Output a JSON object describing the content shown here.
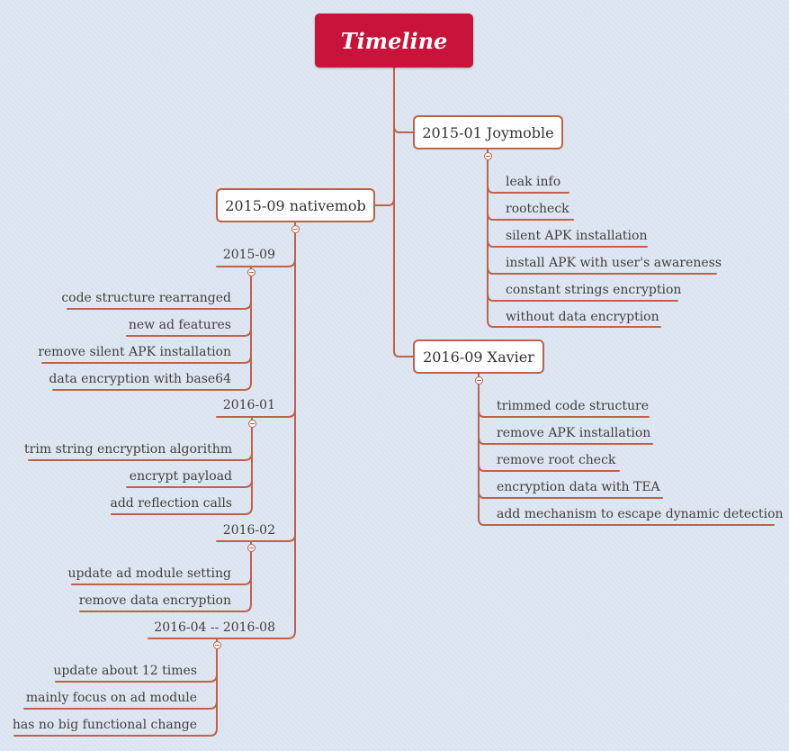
{
  "title": "Timeline",
  "colors": {
    "accent": "#c8143a",
    "line": "#c0614b",
    "background": "#dde6f1"
  },
  "icons": {
    "toggle": "collapse-minus-icon"
  },
  "branches": {
    "joymoble": {
      "label": "2015-01 Joymoble",
      "items": [
        "leak info",
        "rootcheck",
        "silent APK installation",
        "install APK with user's awareness",
        "constant strings encryption",
        "without data encryption"
      ]
    },
    "xavier": {
      "label": "2016-09 Xavier",
      "items": [
        "trimmed code structure",
        "remove APK installation",
        "remove root check",
        "encryption data with TEA",
        "add mechanism to escape dynamic detection"
      ]
    },
    "nativemob": {
      "label": "2015-09 nativemob",
      "groups": [
        {
          "label": "2015-09",
          "items": [
            "code structure rearranged",
            "new ad features",
            "remove silent APK installation",
            "data encryption with base64"
          ]
        },
        {
          "label": "2016-01",
          "items": [
            "trim string encryption algorithm",
            "encrypt payload",
            "add reflection calls"
          ]
        },
        {
          "label": "2016-02",
          "items": [
            "update ad module setting",
            "remove data encryption"
          ]
        },
        {
          "label": "2016-04 -- 2016-08",
          "items": [
            "update about 12 times",
            "mainly focus on ad module",
            "has no big functional change"
          ]
        }
      ]
    }
  }
}
